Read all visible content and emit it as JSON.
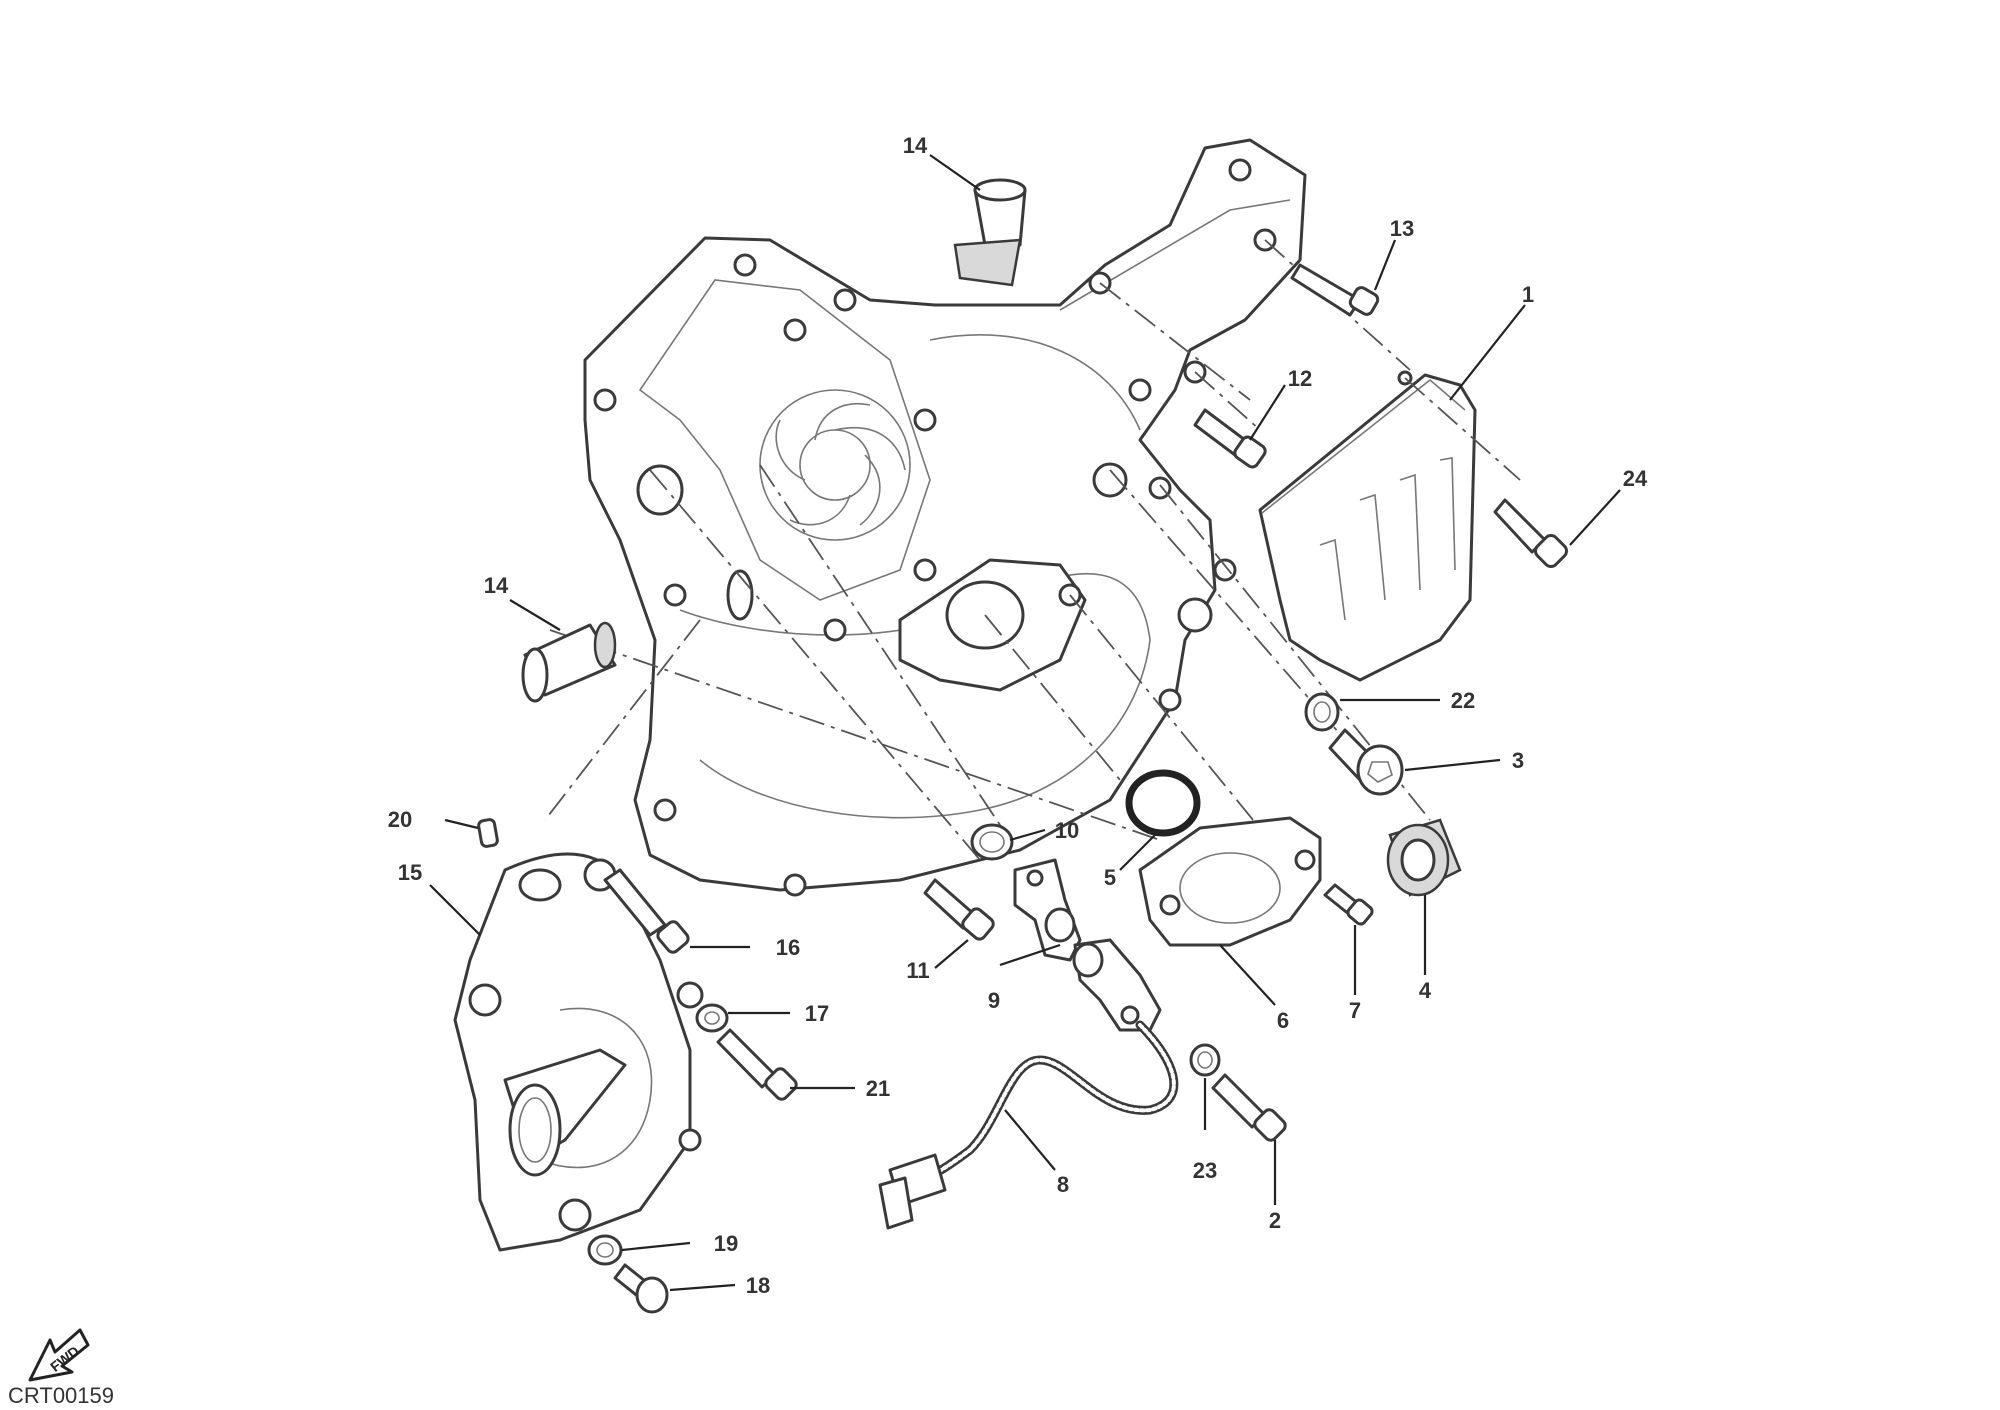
{
  "diagram": {
    "reference_code": "CRT00159",
    "direction_badge": "FWD",
    "callouts": [
      {
        "label": "1"
      },
      {
        "label": "2"
      },
      {
        "label": "3"
      },
      {
        "label": "4"
      },
      {
        "label": "5"
      },
      {
        "label": "6"
      },
      {
        "label": "7"
      },
      {
        "label": "8"
      },
      {
        "label": "9"
      },
      {
        "label": "10"
      },
      {
        "label": "11"
      },
      {
        "label": "12"
      },
      {
        "label": "13"
      },
      {
        "label": "14"
      },
      {
        "label": "14"
      },
      {
        "label": "15"
      },
      {
        "label": "16"
      },
      {
        "label": "17"
      },
      {
        "label": "18"
      },
      {
        "label": "19"
      },
      {
        "label": "20"
      },
      {
        "label": "21"
      },
      {
        "label": "22"
      },
      {
        "label": "23"
      },
      {
        "label": "24"
      }
    ]
  }
}
